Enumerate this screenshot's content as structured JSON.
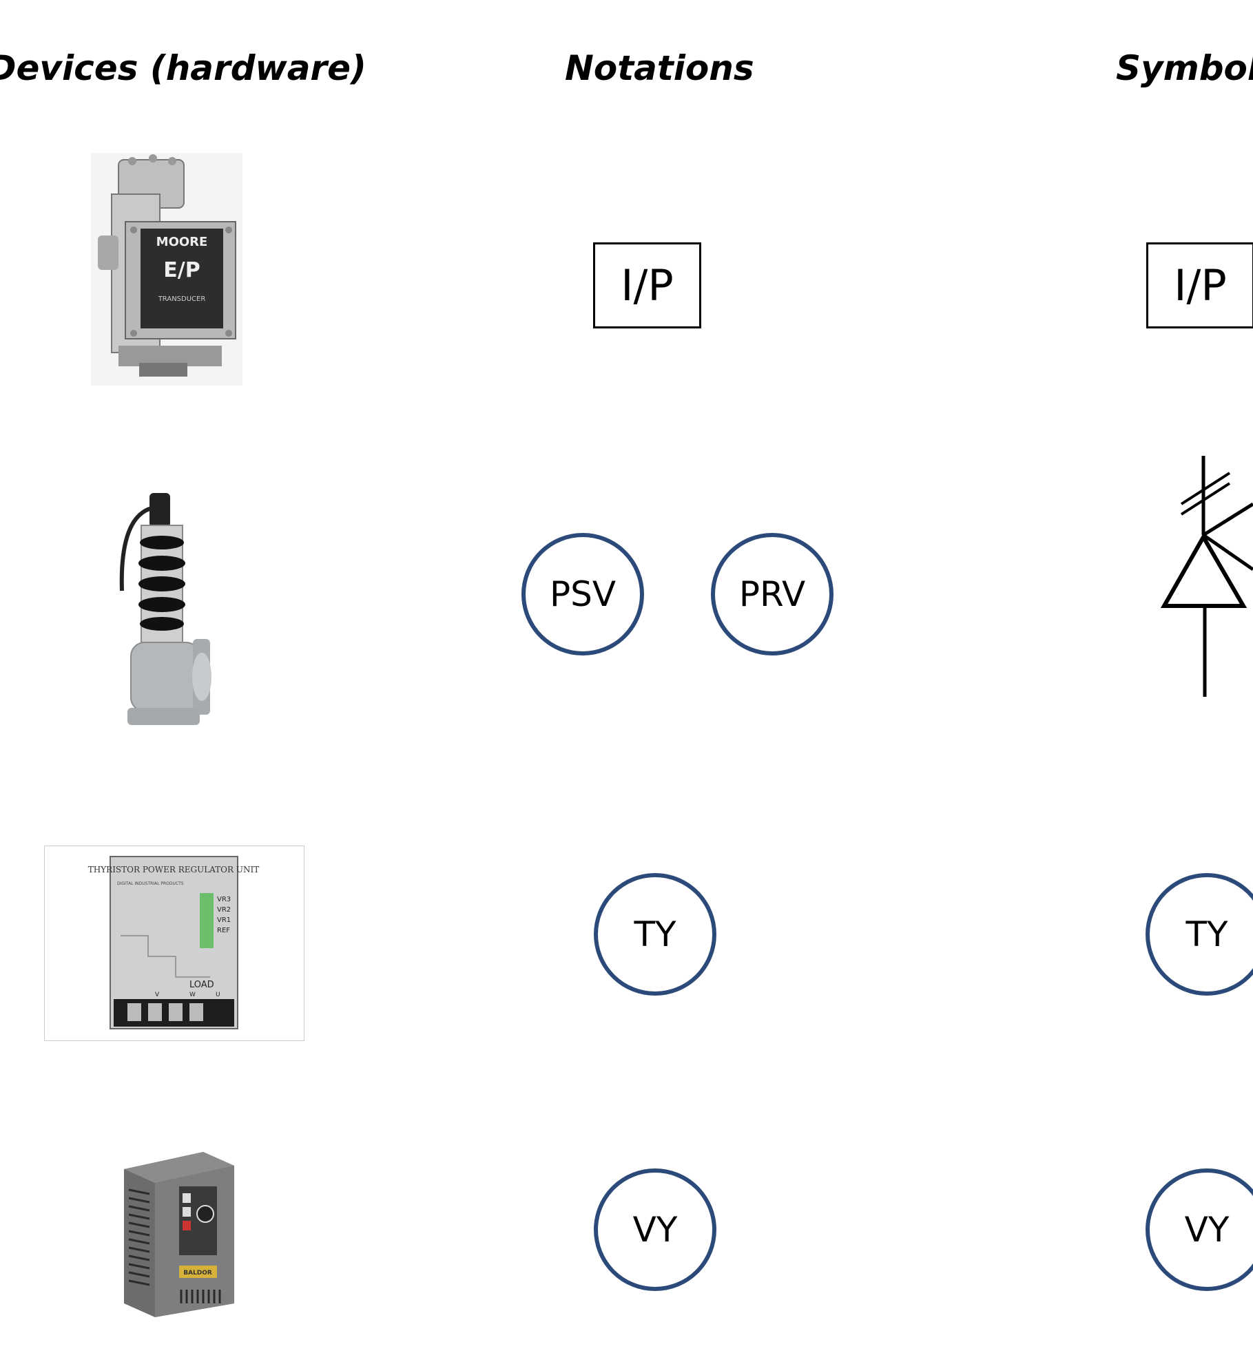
{
  "headers": {
    "devices": "Devices (hardware)",
    "notations": "Notations",
    "symbols": "Symbols"
  },
  "rows": [
    {
      "device": "i-p-transducer-photo",
      "device_logo": "MOORE",
      "device_mark": "E/P",
      "device_text": "TRANSDUCER",
      "notation": "I/P",
      "symbol": "I/P"
    },
    {
      "device": "pressure-safety-valve-photo",
      "notation_left": "PSV",
      "notation_right": "PRV",
      "symbol": "relief-valve-symbol"
    },
    {
      "device": "thyristor-power-regulator-photo",
      "device_title": "THYRISTOR POWER REGULATOR UNIT",
      "device_sub1": "DIGITAL INDUSTRIAL PRODUCTS",
      "device_labels": [
        "VR3",
        "VR2",
        "VR1",
        "REF"
      ],
      "device_load": "LOAD",
      "device_terminals": [
        "V",
        "W",
        "U"
      ],
      "notation": "TY",
      "symbol": "TY"
    },
    {
      "device": "variable-frequency-drive-photo",
      "device_brand": "BALDOR",
      "notation": "VY",
      "symbol": "VY"
    }
  ],
  "colors": {
    "circle_stroke": "#2b4a7a",
    "box_stroke": "#000000"
  }
}
